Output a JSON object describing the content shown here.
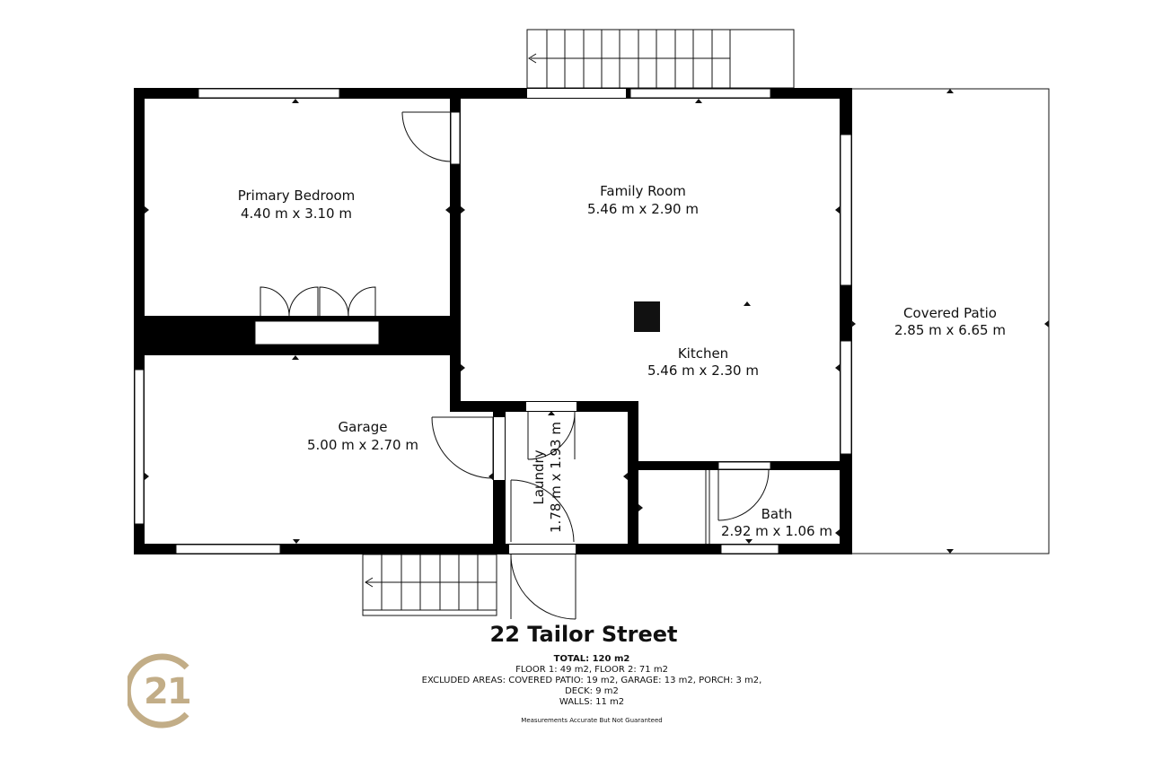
{
  "rooms": {
    "primary_bedroom": {
      "name": "Primary Bedroom",
      "dims": "4.40 m x 3.10 m"
    },
    "family_room": {
      "name": "Family Room",
      "dims": "5.46 m x 2.90 m"
    },
    "kitchen": {
      "name": "Kitchen",
      "dims": "5.46 m x 2.30 m"
    },
    "covered_patio": {
      "name": "Covered Patio",
      "dims": "2.85 m x 6.65 m"
    },
    "garage": {
      "name": "Garage",
      "dims": "5.00 m x 2.70 m"
    },
    "laundry": {
      "name": "Laundry",
      "dims": "1.78 m x 1.93 m"
    },
    "bath": {
      "name": "Bath",
      "dims": "2.92 m x 1.06 m"
    }
  },
  "footer": {
    "title": "22 Tailor Street",
    "total": "TOTAL: 120 m2",
    "floors": "FLOOR 1: 49 m2, FLOOR 2: 71 m2",
    "excluded_line1": "EXCLUDED AREAS: COVERED PATIO: 19 m2, GARAGE: 13 m2, PORCH: 3 m2,",
    "excluded_line2": "DECK: 9 m2",
    "walls": "WALLS: 11 m2",
    "disclaimer": "Measurements Accurate But Not Guaranteed"
  },
  "logo": {
    "text": "21",
    "color": "#c2ad87",
    "icon": "century-21-logo-icon"
  },
  "colors": {
    "wall": "#000000",
    "line": "#111111",
    "background": "#ffffff"
  }
}
